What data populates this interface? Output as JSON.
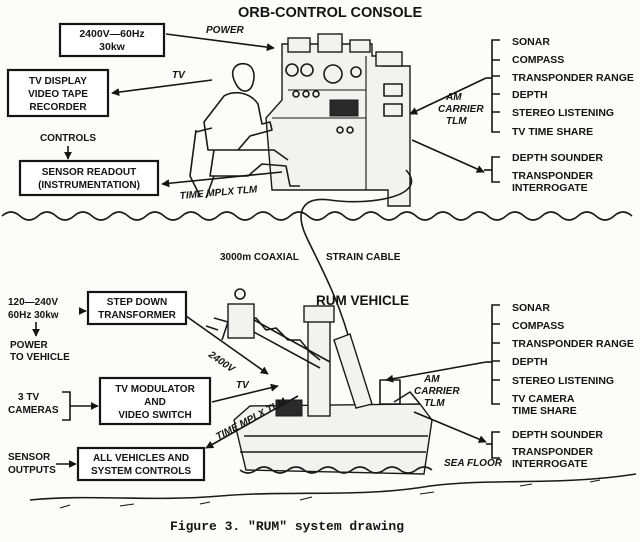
{
  "titles": {
    "console": "ORB-CONTROL CONSOLE",
    "vehicle": "RUM VEHICLE"
  },
  "top": {
    "power_box": [
      "2400V—60Hz",
      "30kw"
    ],
    "power_label": "POWER",
    "tv_box": [
      "TV DISPLAY",
      "VIDEO TAPE",
      "RECORDER"
    ],
    "tv_label": "TV",
    "controls_label": "CONTROLS",
    "sensor_box": [
      "SENSOR READOUT",
      "(INSTRUMENTATION)"
    ],
    "time_label": "TIME MPLX TLM",
    "am_label": [
      "AM",
      "CARRIER",
      "TLM"
    ],
    "list": [
      "SONAR",
      "COMPASS",
      "TRANSPONDER RANGE",
      "DEPTH",
      "STEREO LISTENING",
      "TV TIME SHARE"
    ],
    "list2": [
      "DEPTH SOUNDER",
      "TRANSPONDER",
      "INTERROGATE"
    ]
  },
  "cable_labels": [
    "3000m COAXIAL",
    "STRAIN CABLE"
  ],
  "bottom": {
    "power_in": [
      "120—240V",
      "60Hz 30kw"
    ],
    "power_out": [
      "POWER",
      "TO VEHICLE"
    ],
    "stepdown_box": [
      "STEP DOWN",
      "TRANSFORMER"
    ],
    "volt_label": "2400V",
    "cameras": [
      "3 TV",
      "CAMERAS"
    ],
    "mod_box": [
      "TV MODULATOR",
      "AND",
      "VIDEO SWITCH"
    ],
    "tv_label": "TV",
    "time_label": "TIME MPLX TLM",
    "sensor_out": [
      "SENSOR",
      "OUTPUTS"
    ],
    "all_box": [
      "ALL VEHICLES AND",
      "SYSTEM CONTROLS"
    ],
    "am_label": [
      "AM",
      "CARRIER",
      "TLM"
    ],
    "list": [
      "SONAR",
      "COMPASS",
      "TRANSPONDER RANGE",
      "DEPTH",
      "STEREO LISTENING",
      "TV CAMERA",
      "TIME SHARE"
    ],
    "list2": [
      "DEPTH SOUNDER",
      "TRANSPONDER",
      "INTERROGATE"
    ],
    "sea_floor": "SEA FLOOR"
  },
  "caption": "Figure 3.  \"RUM\" system drawing",
  "colors": {
    "ink": "#141414",
    "paper": "#fcfcfa"
  }
}
